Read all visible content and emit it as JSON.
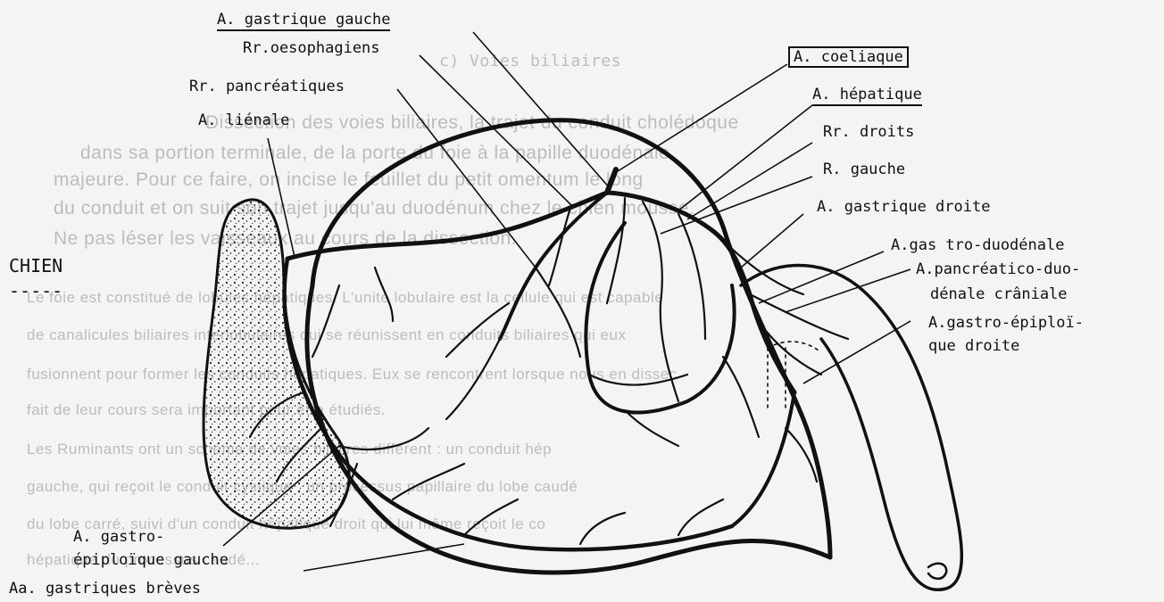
{
  "species_label": "CHIEN",
  "species_underline": "-----",
  "labels": {
    "gastrique_gauche": "A. gastrique gauche",
    "oesophagiens": "Rr.oesophagiens",
    "pancreatiques": "Rr. pancréatiques",
    "lienale": "A. liénale",
    "coeliaque": "A. coeliaque",
    "hepatique": "A. hépatique",
    "droits": "Rr. droits",
    "gauche": "R. gauche",
    "gastrique_droite": "A. gastrique droite",
    "gastro_duodenale": "A.gas tro-duodénale",
    "pancreatico_1": "A.pancréatico-duo-",
    "pancreatico_2": "dénale crâniale",
    "gastro_epiploique_d_1": "A.gastro-épiploï-",
    "gastro_epiploique_d_2": "que droite",
    "gastro_epiploique_g_1": "A. gastro-",
    "gastro_epiploique_g_2": "épiploïque gauche",
    "gastriques_breves": "Aa. gastriques brèves"
  },
  "background_text": [
    "c) Voies biliaires",
    "Dissection des voies biliaires, la trajet du conduit cholédoque",
    "dans sa portion terminale, de la porte du foie à la papille duodénale",
    "majeure. Pour ce faire, on incise le feuillet du petit omentum le long",
    "du conduit et on suit son trajet jusqu'au duodénum chez le chien mousse.",
    "Ne pas léser les vaisseaux au cours de la dissection.",
    "Le foie est constitué de lobules hépatiques. L'unité lobulaire est la cellule qui est capable",
    "de canalicules biliaires interlobulaires qui se réunissent en conduits biliaires qui eux",
    "fusionnent pour former les conduits hépatiques. Eux se rencontrent lorsque nous en dissec",
    "fait de leur cours sera important pour être étudiés.",
    "Les Ruminants ont un schéma de voies biliaires différent : un conduit hép",
    "gauche, qui reçoit le conduit cystique ; un processus papillaire du lobe caudé",
    "du lobe carré, suivi d'un conduit hépatique droit qui lui même reçoit le co",
    "hépatique du processus caudé..."
  ]
}
